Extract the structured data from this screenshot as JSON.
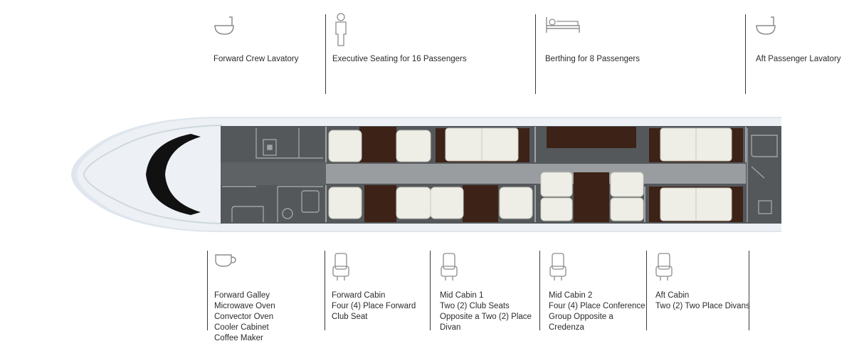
{
  "colors": {
    "cabin_floor": "#54585b",
    "aisle": "#9a9da0",
    "seat": "#eeeee6",
    "wood": "#3d2217",
    "fuselage": "#dfe6ed",
    "windshield": "#111111",
    "line": "#3a3a3a",
    "icon": "#8c8c8c"
  },
  "top_callouts": [
    {
      "icon": "sink-icon",
      "label": "Forward Crew Lavatory"
    },
    {
      "icon": "person-icon",
      "label": "Executive Seating for 16 Passengers"
    },
    {
      "icon": "bed-icon",
      "label": "Berthing for 8 Passengers"
    },
    {
      "icon": "sink-icon",
      "label": "Aft Passenger Lavatory"
    }
  ],
  "bottom_callouts": [
    {
      "icon": "coffee-cup-icon",
      "lines": [
        "Forward Galley",
        "Microwave Oven",
        "Convector Oven",
        "Cooler Cabinet",
        "Coffee Maker"
      ]
    },
    {
      "icon": "seat-icon",
      "lines": [
        "Forward Cabin",
        "Four (4) Place Forward",
        "Club Seat"
      ]
    },
    {
      "icon": "seat-icon",
      "lines": [
        "Mid Cabin 1",
        "Two (2) Club Seats",
        "Opposite a Two (2) Place",
        "Divan"
      ]
    },
    {
      "icon": "seat-icon",
      "lines": [
        "Mid Cabin 2",
        "Four (4) Place Conference",
        "Group Opposite a",
        "Credenza"
      ]
    },
    {
      "icon": "seat-icon",
      "lines": [
        "Aft Cabin",
        "Two (2) Two Place Divans"
      ]
    }
  ]
}
